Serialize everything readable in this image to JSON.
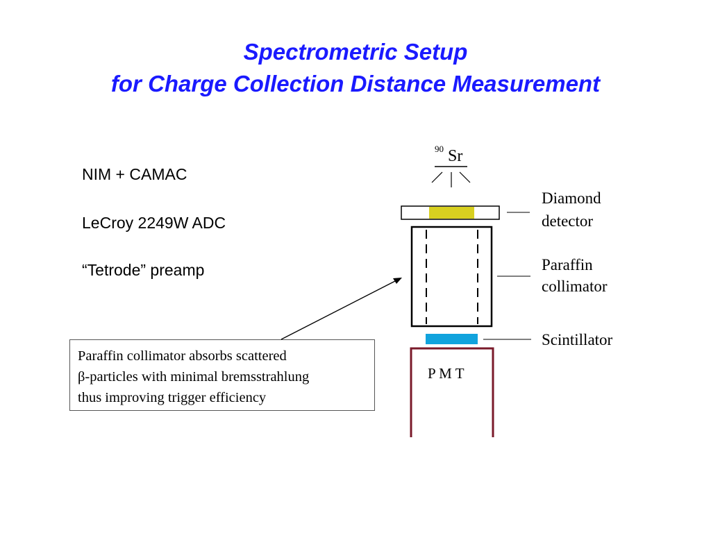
{
  "title": {
    "line1": "Spectrometric Setup",
    "line2": "for Charge Collection Distance Measurement"
  },
  "setup_items": [
    "NIM + CAMAC",
    "LeCroy 2249W ADC",
    "“Tetrode” preamp"
  ],
  "note": {
    "lines": [
      "Paraffin collimator absorbs scattered",
      "β-particles with minimal bremsstrahlung",
      "thus improving trigger efficiency"
    ]
  },
  "diagram": {
    "source_mass": "90",
    "source_symbol": "Sr",
    "diamond_label": [
      "Diamond",
      "detector"
    ],
    "paraffin_label": [
      "Paraffin",
      "collimator"
    ],
    "scintillator_label": "Scintillator",
    "pmt_label": "P M T"
  },
  "colors": {
    "title": "#1a1aff",
    "diamond": "#d8d020",
    "scintillator": "#11a3dd",
    "pmt": "#7a1a2a"
  }
}
